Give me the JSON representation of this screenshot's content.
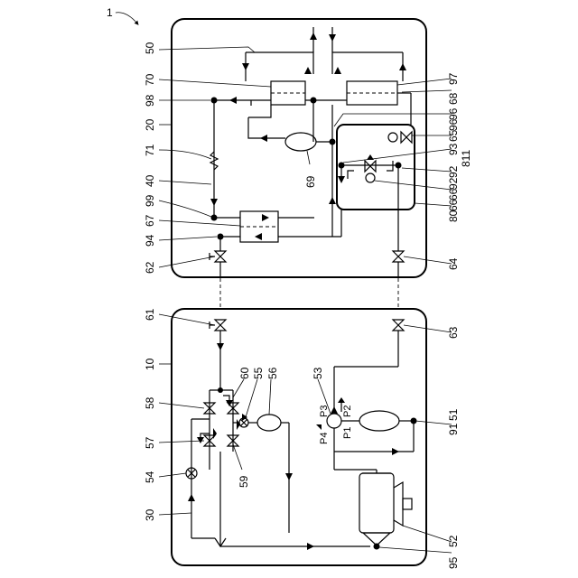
{
  "figure_number": "1",
  "labels_left": [
    "50",
    "70",
    "98",
    "20",
    "71",
    "40",
    "99",
    "67",
    "94",
    "62",
    "61",
    "10",
    "58",
    "57",
    "54",
    "30"
  ],
  "labels_right": [
    "97",
    "68",
    "96",
    "65",
    "93",
    "811",
    "92",
    "66",
    "80",
    "64",
    "63",
    "51",
    "91",
    "52",
    "95"
  ],
  "labels_inner": [
    "69",
    "60",
    "55",
    "56",
    "53",
    "59",
    "P1",
    "P2",
    "P3",
    "P4"
  ],
  "extra": {
    "l96b": "96",
    "l92b": "92",
    "l66b": "66"
  }
}
